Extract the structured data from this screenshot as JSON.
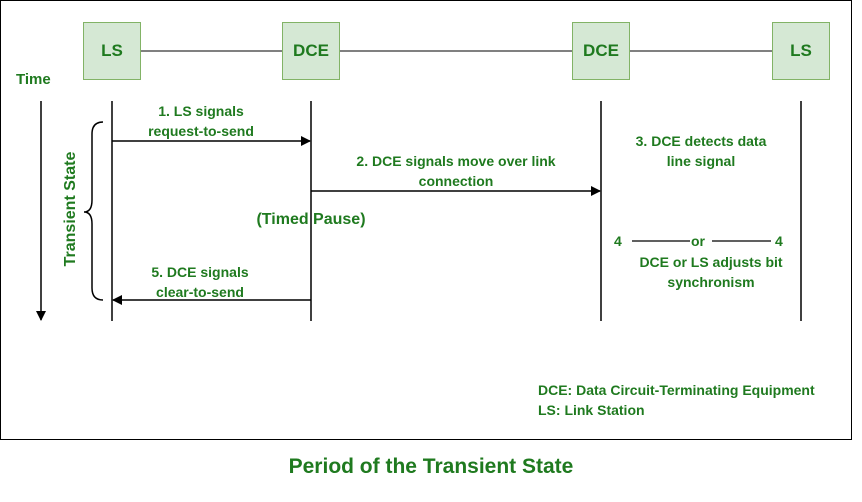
{
  "nodes": [
    {
      "label": "LS"
    },
    {
      "label": "DCE"
    },
    {
      "label": "DCE"
    },
    {
      "label": "LS"
    }
  ],
  "time_label": "Time",
  "transient_state_label": "Transient State",
  "steps": {
    "step1": "1. LS signals\nrequest-to-send",
    "step2": "2. DCE signals move over link\nconnection",
    "step3": "3. DCE detects data\nline signal",
    "step4_num_left": "4",
    "step4_or": "or",
    "step4_num_right": "4",
    "step4_text": "DCE or LS adjusts bit\nsynchronism",
    "step5": "5. DCE signals\nclear-to-send",
    "timed_pause": "(Timed Pause)"
  },
  "legend": {
    "dce": "DCE: Data Circuit-Terminating Equipment",
    "ls": "LS: Link Station"
  },
  "caption": "Period of the Transient State",
  "colors": {
    "text": "#1f7a1f",
    "box_fill": "#d5e8d4",
    "box_border": "#82b366"
  }
}
